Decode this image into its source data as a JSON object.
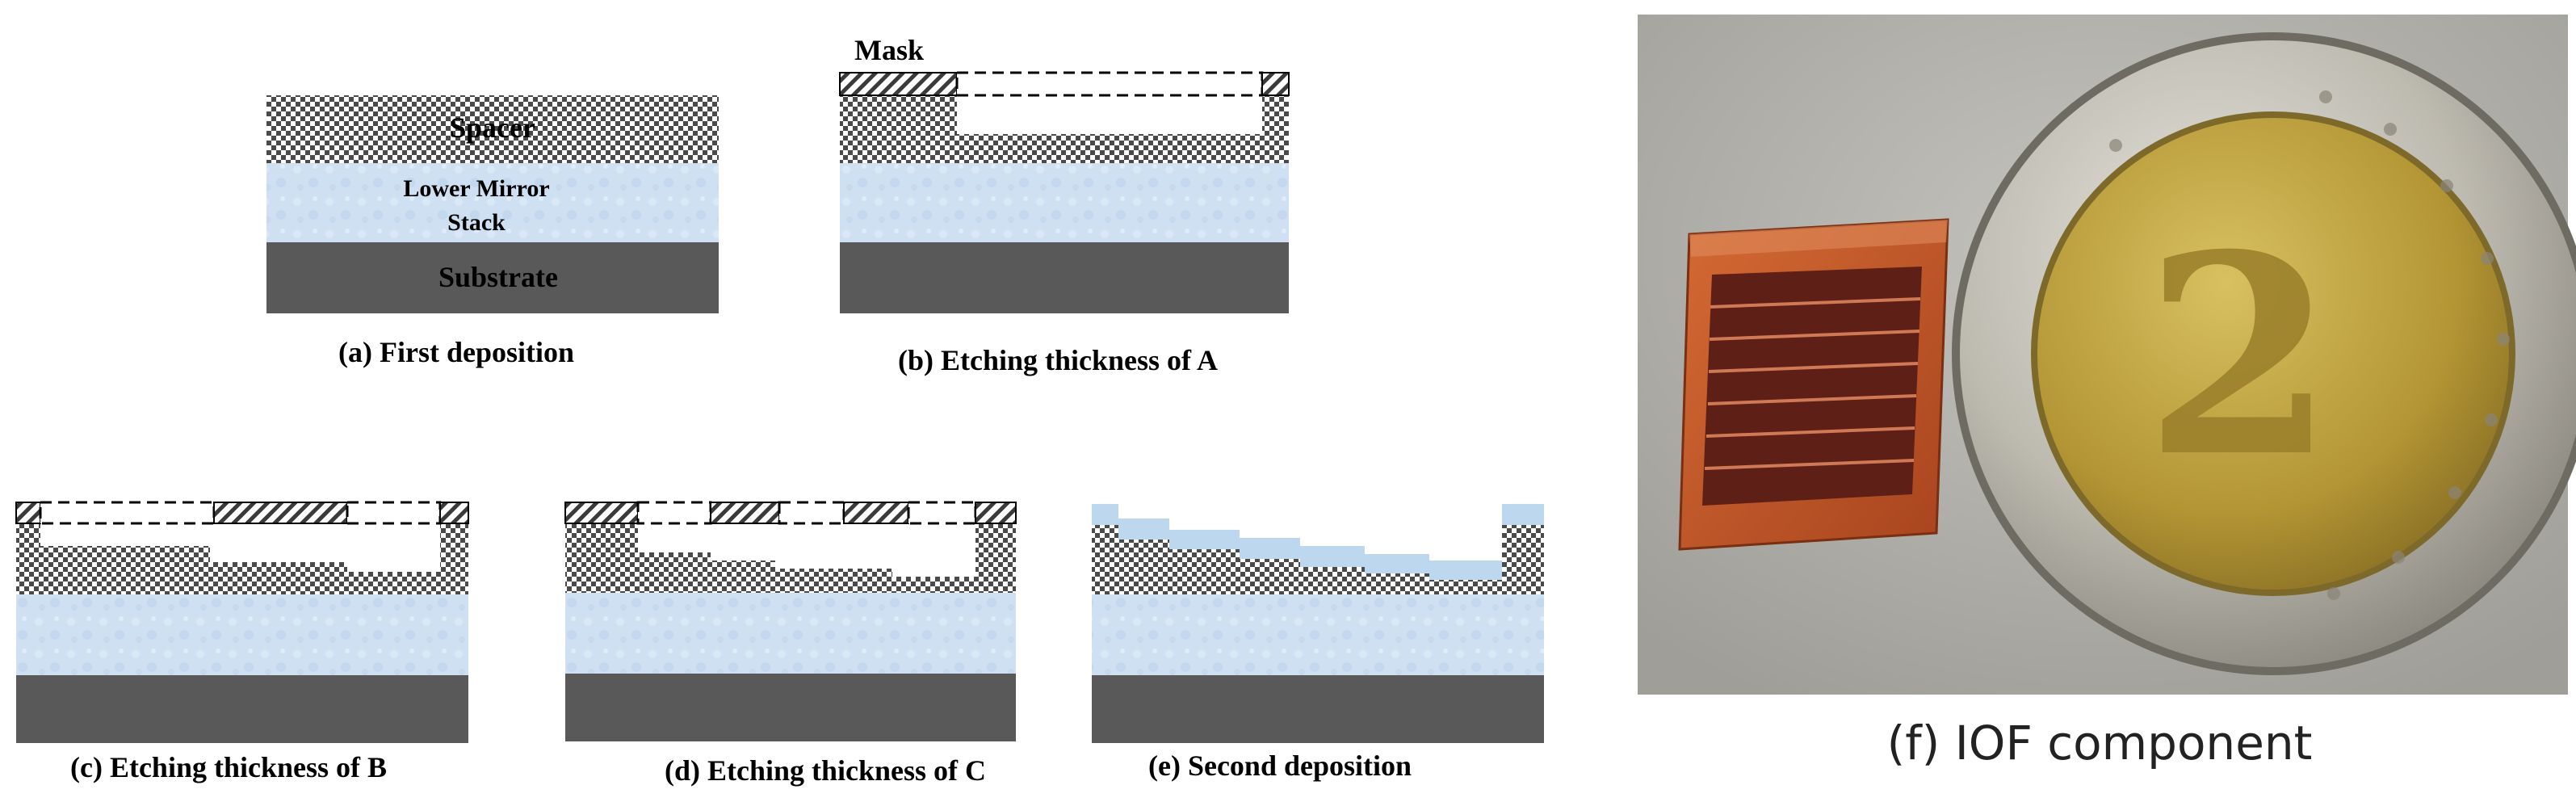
{
  "panels": {
    "a": {
      "caption": "(a) First deposition",
      "spacer_label": "Spacer",
      "mirror_label_line1": "Lower Mirror",
      "mirror_label_line2": "Stack",
      "substrate_label": "Substrate"
    },
    "b": {
      "caption": "(b) Etching thickness of A",
      "mask_label": "Mask"
    },
    "c": {
      "caption": "(c) Etching thickness of B"
    },
    "d": {
      "caption": "(d) Etching thickness of C"
    },
    "e": {
      "caption": "(e) Second deposition"
    },
    "f": {
      "caption": "(f) IOF component"
    }
  },
  "colors": {
    "substrate": "#595959",
    "mirror": "#cfe0f2",
    "second_layer": "#bcd7ee",
    "mask_edge": "#000000",
    "photo_bg": "#b4b3ae",
    "coin_ring": "#c2c0b6",
    "coin_center": "#b59a38",
    "chip": "#c0552a"
  }
}
